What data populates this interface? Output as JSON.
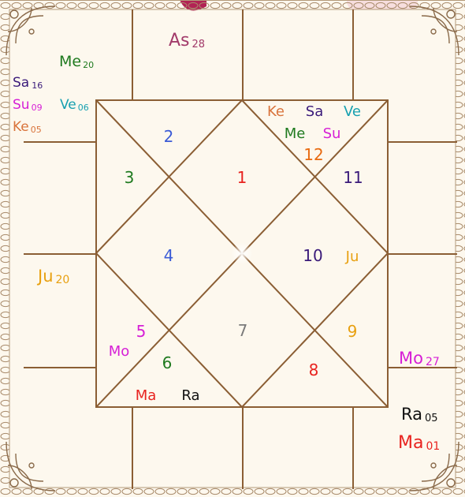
{
  "colors": {
    "background": "#fdf8ee",
    "line": "#8b5e34",
    "border": "#9c7a58",
    "tab": "#f7dede",
    "tab_mark": "#b22254"
  },
  "chart": {
    "houses": [
      {
        "num": "1",
        "color": "#e8231f"
      },
      {
        "num": "2",
        "color": "#3b5bd6"
      },
      {
        "num": "3",
        "color": "#1f7a1f"
      },
      {
        "num": "4",
        "color": "#3b5bd6"
      },
      {
        "num": "5",
        "color": "#d61fd6"
      },
      {
        "num": "6",
        "color": "#1f7a1f"
      },
      {
        "num": "7",
        "color": "#7a7a7a"
      },
      {
        "num": "8",
        "color": "#e8231f"
      },
      {
        "num": "9",
        "color": "#e8a010"
      },
      {
        "num": "10",
        "color": "#3a1a7a"
      },
      {
        "num": "11",
        "color": "#3a1a7a"
      },
      {
        "num": "12",
        "color": "#e86a10"
      }
    ],
    "planets_in_chart": [
      {
        "label": "Ke",
        "color": "#d9733b"
      },
      {
        "label": "Sa",
        "color": "#3a1a7a"
      },
      {
        "label": "Ve",
        "color": "#17a0b0"
      },
      {
        "label": "Me",
        "color": "#1f7a1f"
      },
      {
        "label": "Su",
        "color": "#d61fd6"
      },
      {
        "label": "Ju",
        "color": "#e8a010"
      },
      {
        "label": "Mo",
        "color": "#d61fd6"
      },
      {
        "label": "Ma",
        "color": "#e8231f"
      },
      {
        "label": "Ra",
        "color": "#111111"
      }
    ],
    "degrees": [
      {
        "label": "As",
        "deg": "28",
        "color": "#a23a6a"
      },
      {
        "label": "Me",
        "deg": "20",
        "color": "#1f7a1f"
      },
      {
        "label": "Sa",
        "deg": "16",
        "color": "#3a1a7a"
      },
      {
        "label": "Su",
        "deg": "09",
        "color": "#d61fd6"
      },
      {
        "label": "Ve",
        "deg": "06",
        "color": "#17a0b0"
      },
      {
        "label": "Ke",
        "deg": "05",
        "color": "#d9733b"
      },
      {
        "label": "Ju",
        "deg": "20",
        "color": "#e8a010"
      },
      {
        "label": "Mo",
        "deg": "27",
        "color": "#d61fd6"
      },
      {
        "label": "Ra",
        "deg": "05",
        "color": "#111111"
      },
      {
        "label": "Ma",
        "deg": "01",
        "color": "#e8231f"
      }
    ]
  }
}
